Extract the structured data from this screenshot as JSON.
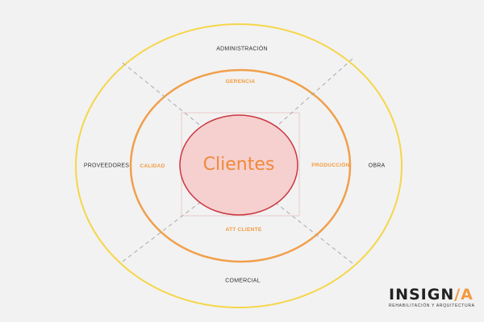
{
  "diagram": {
    "center": "Clientes",
    "outer_ring": {
      "top": "ADMINISTRACIÓN",
      "left": "PROVEEDORES",
      "right": "OBRA",
      "bottom": "COMERCIAL"
    },
    "inner_ring": {
      "top": "GERENCIA",
      "left": "CALIDAD",
      "right": "PRODUCCIÓN",
      "bottom": "ATT CLIENTE"
    },
    "colors": {
      "outer_ring": "#f5d64a",
      "inner_ring": "#f0a04b",
      "center_fill": "#f6cfcf",
      "center_stroke": "#c9383f",
      "inner_label": "#f29a3e",
      "dashed_line": "#aaaaaa"
    }
  },
  "logo": {
    "brand_main": "INSIGN",
    "brand_accent": "/A",
    "tagline": "REHABILITACIÓN Y ARQUITECTURA"
  }
}
